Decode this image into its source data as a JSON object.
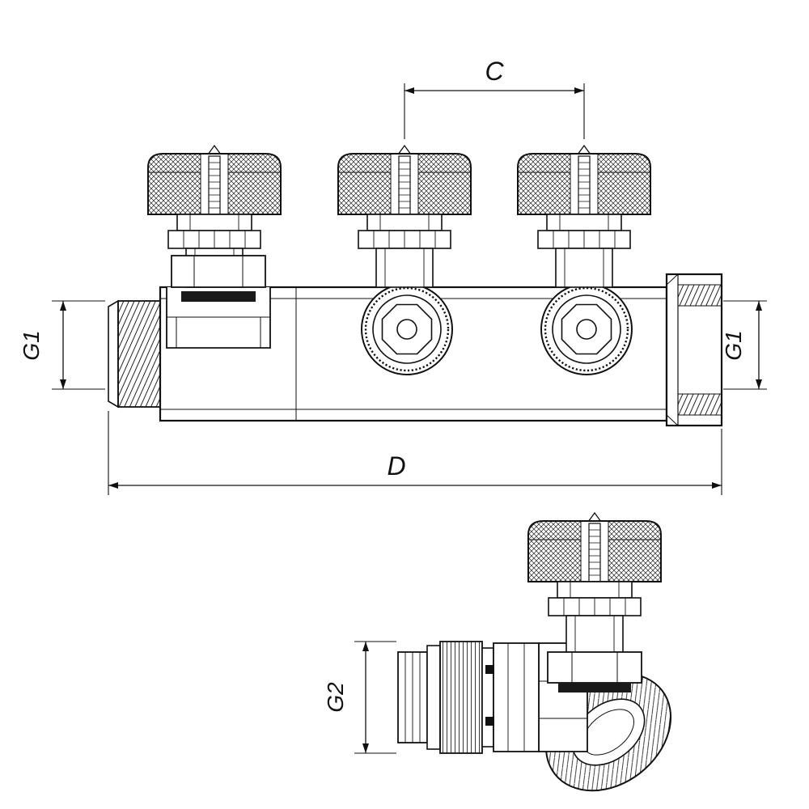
{
  "drawing": {
    "dimensions": {
      "c_label": "C",
      "g1_left_label": "G1",
      "g1_right_label": "G1",
      "d_label": "D",
      "g2_label": "G2"
    },
    "colors": {
      "line": "#111111",
      "background": "#ffffff"
    }
  }
}
